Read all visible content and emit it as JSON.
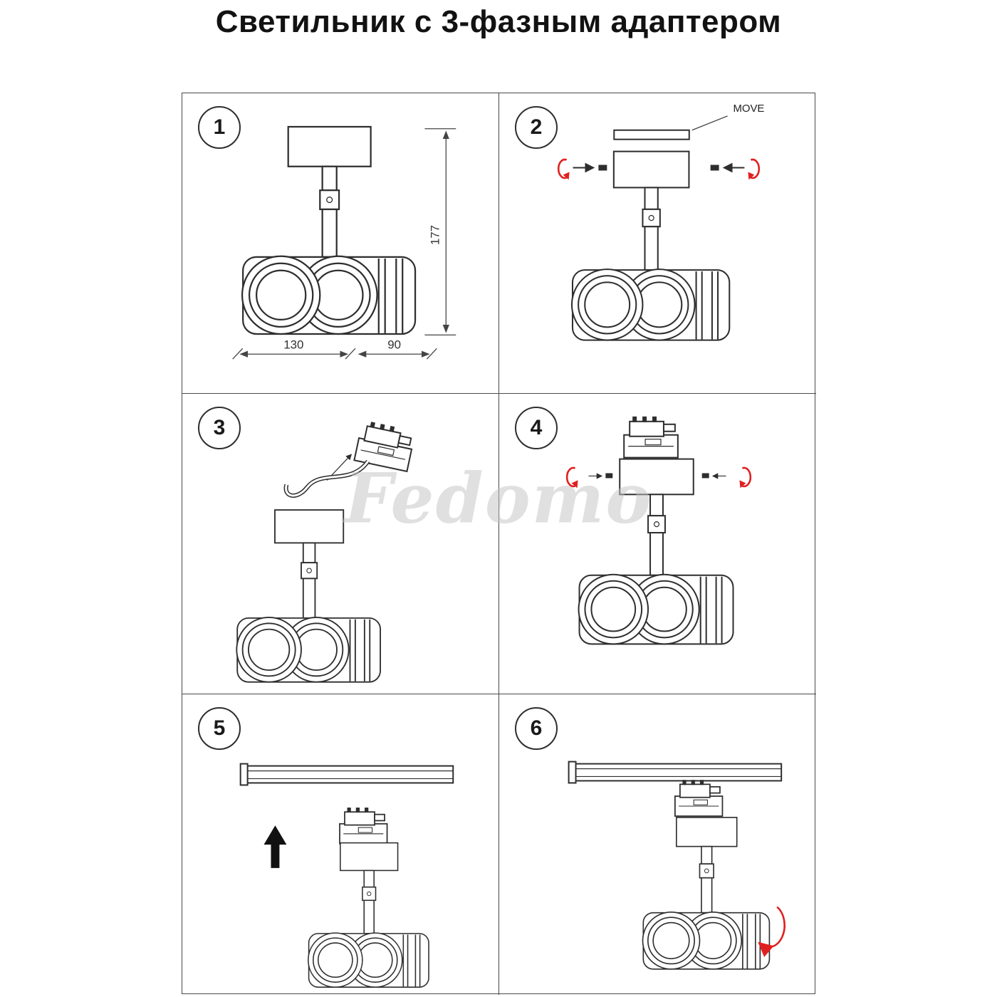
{
  "title": "Светильник с 3-фазным адаптером",
  "watermark": "Fedomo",
  "colors": {
    "line": "#2e2e2e",
    "accent_red": "#e02020",
    "grid_border": "#4a4a4a",
    "dimension": "#444444"
  },
  "panels": [
    {
      "number": "1",
      "dimensions": {
        "height": "177",
        "width_front": "130",
        "width_side": "90"
      }
    },
    {
      "number": "2",
      "move_label": "MOVE"
    },
    {
      "number": "3"
    },
    {
      "number": "4"
    },
    {
      "number": "5"
    },
    {
      "number": "6"
    }
  ]
}
